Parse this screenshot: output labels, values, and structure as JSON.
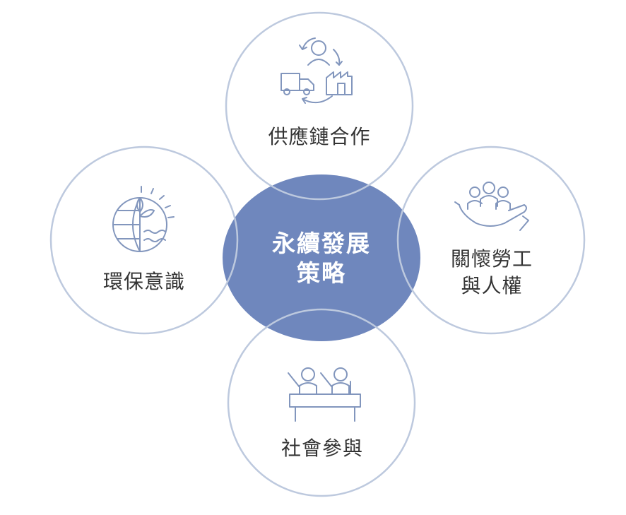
{
  "colors": {
    "center_fill": "#6f87bd",
    "ring_stroke": "#bdc9de",
    "icon_stroke": "#8296bd",
    "text": "#333333"
  },
  "center": {
    "label": "永續發展\n策略"
  },
  "nodes": {
    "top": {
      "label": "供應鏈合作",
      "icon": "supply-chain-icon"
    },
    "left": {
      "label": "環保意識",
      "icon": "earth-plant-icon"
    },
    "right": {
      "label": "關懷勞工\n與人權",
      "icon": "hand-people-icon"
    },
    "bottom": {
      "label": "社會參與",
      "icon": "people-raising-hands-icon"
    }
  }
}
